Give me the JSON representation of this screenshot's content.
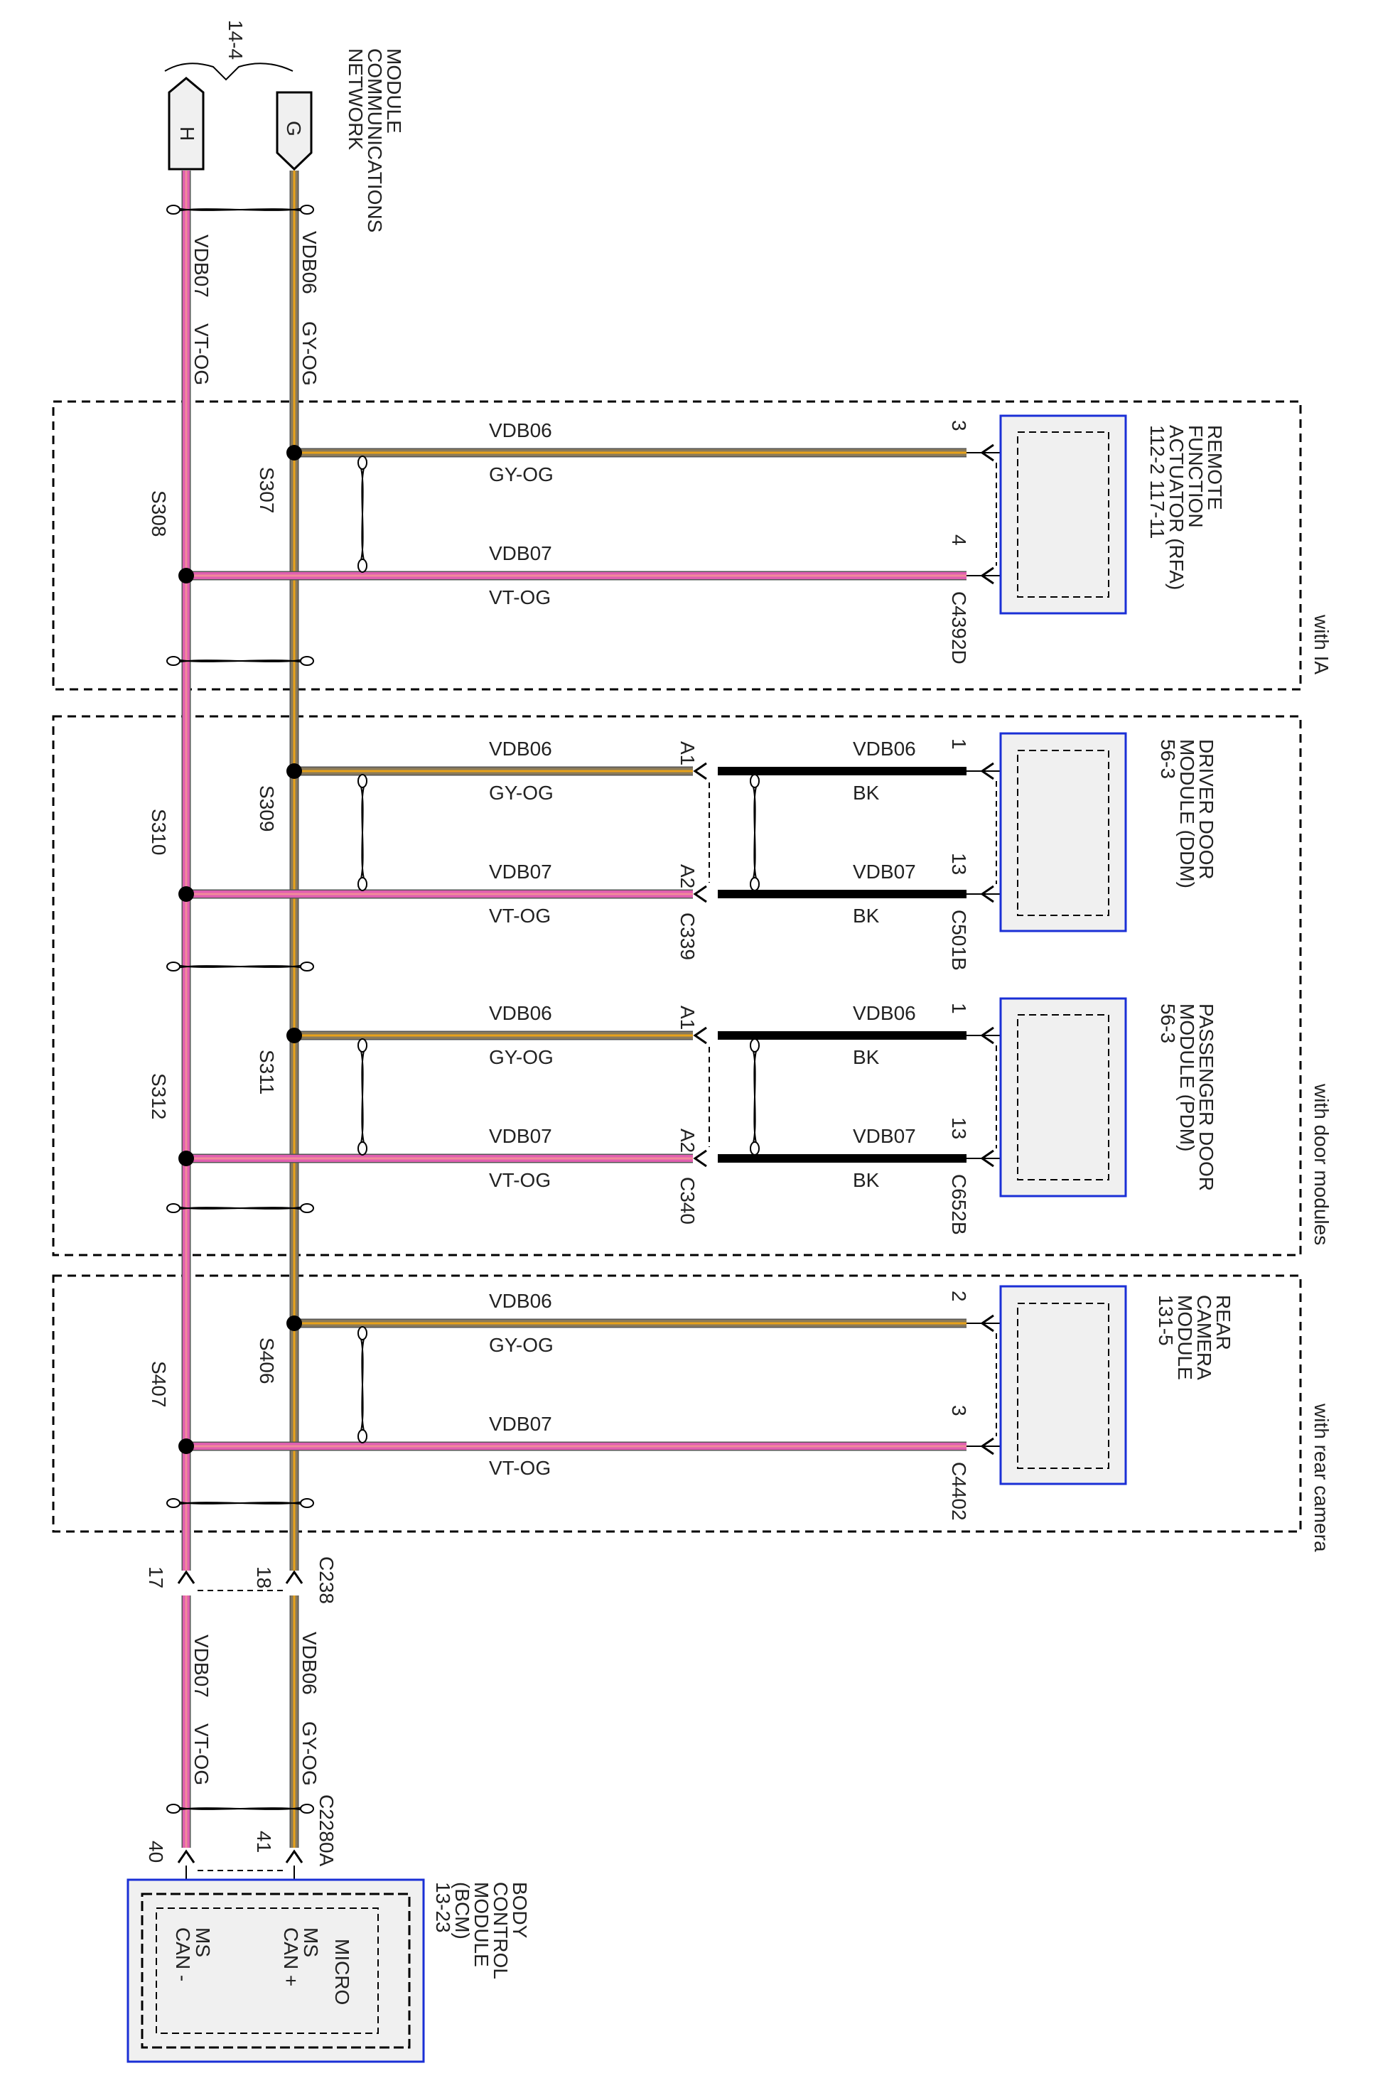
{
  "network": {
    "ref": "14-4",
    "title_lines": [
      "MODULE",
      "COMMUNICATIONS",
      "NETWORK"
    ],
    "connectors": [
      "H",
      "G"
    ]
  },
  "colors": {
    "gy_og_base": "#8a7a5a",
    "gy_og_stripe": "#e8a21a",
    "vt_og_base": "#e05fb0",
    "vt_og_stripe": "#f08b9a",
    "bk": "#000000",
    "module_border": "#1a2fd6",
    "module_fill": "#f0f0f0"
  },
  "wires": {
    "pos_circuit": "VDB06",
    "pos_color": "GY-OG",
    "neg_circuit": "VDB07",
    "neg_color": "VT-OG",
    "black": "BK"
  },
  "boxes": {
    "ia": "with IA",
    "door": "with door modules",
    "rear": "with rear camera"
  },
  "rfa": {
    "lines": [
      "REMOTE",
      "FUNCTION",
      "ACTUATOR (RFA)",
      "112-2   117-11"
    ],
    "pin_pos": "3",
    "pin_neg": "4",
    "connector": "C4392D",
    "splice_pos": "S307",
    "splice_neg": "S308"
  },
  "ddm": {
    "lines": [
      "DRIVER DOOR",
      "MODULE (DDM)",
      "56-3"
    ],
    "inline_pos": "A1",
    "inline_neg": "A2",
    "inline_conn": "C339",
    "pin_pos": "1",
    "pin_neg": "13",
    "connector": "C501B",
    "splice_pos": "S309",
    "splice_neg": "S310"
  },
  "pdm": {
    "lines": [
      "PASSENGER DOOR",
      "MODULE (PDM)",
      "56-3"
    ],
    "inline_pos": "A1",
    "inline_neg": "A2",
    "inline_conn": "C340",
    "pin_pos": "1",
    "pin_neg": "13",
    "connector": "C652B",
    "splice_pos": "S311",
    "splice_neg": "S312"
  },
  "cam": {
    "lines": [
      "REAR",
      "CAMERA",
      "MODULE",
      "131-5"
    ],
    "pin_pos": "2",
    "pin_neg": "3",
    "connector": "C4402",
    "splice_pos": "S406",
    "splice_neg": "S407"
  },
  "module_pins": {
    "pos": [
      "MS",
      "CAN +"
    ],
    "neg": [
      "MS",
      "CAN -"
    ]
  },
  "c238": {
    "connector": "C238",
    "pin_neg": "17",
    "pin_pos": "18"
  },
  "c2280a": {
    "connector": "C2280A",
    "pin_neg": "40",
    "pin_pos": "41"
  },
  "bcm": {
    "lines": [
      "BODY",
      "CONTROL",
      "MODULE",
      "(BCM)",
      "13-23"
    ],
    "micro": "MICRO",
    "pos": [
      "MS",
      "CAN +"
    ],
    "neg": [
      "MS",
      "CAN -"
    ]
  }
}
